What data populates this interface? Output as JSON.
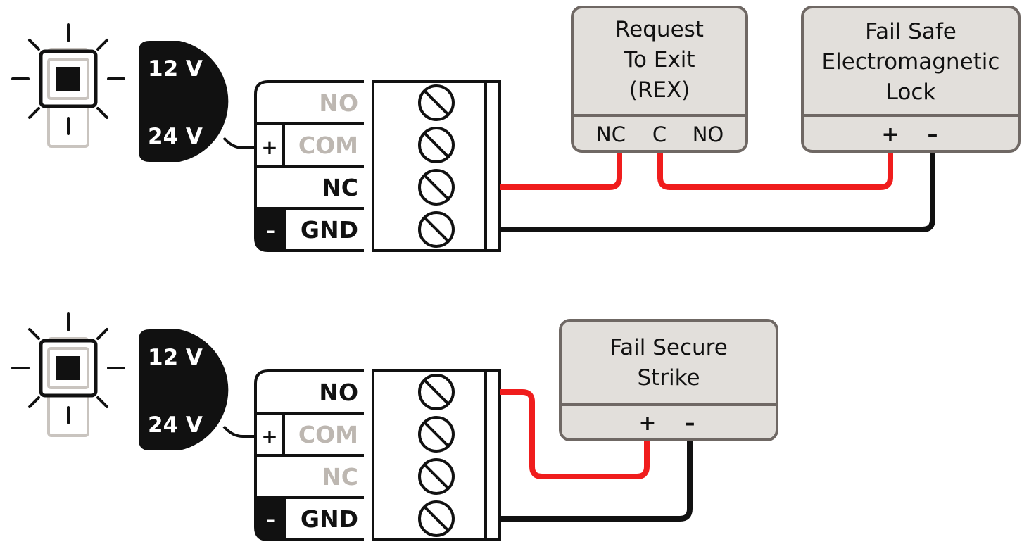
{
  "colors": {
    "wire_positive": "#f01d1d",
    "wire_negative": "#111111",
    "device_fill": "#e2dfdb",
    "device_stroke": "#6f6864",
    "label_active": "#111111",
    "label_inactive": "#bdb7b1",
    "indicator_lit": "#111111",
    "indicator_unlit": "#c9c4bf"
  },
  "diagrams": [
    {
      "selector": {
        "voltage_top": "12 V",
        "voltage_bottom": "24 V"
      },
      "terminals": {
        "no": "NO",
        "com": "COM",
        "nc": "NC",
        "gnd": "GND",
        "com_polarity": "+",
        "gnd_polarity": "–"
      },
      "devices": [
        {
          "title_lines": [
            "Request",
            "To Exit",
            "(REX)"
          ],
          "terminals": [
            "NC",
            "C",
            "NO"
          ]
        },
        {
          "title_lines": [
            "Fail Safe",
            "Electromagnetic",
            "Lock"
          ],
          "terminals": [
            "+",
            "–"
          ]
        }
      ]
    },
    {
      "selector": {
        "voltage_top": "12 V",
        "voltage_bottom": "24 V"
      },
      "terminals": {
        "no": "NO",
        "com": "COM",
        "nc": "NC",
        "gnd": "GND",
        "com_polarity": "+",
        "gnd_polarity": "–"
      },
      "devices": [
        {
          "title_lines": [
            "Fail Secure",
            "Strike"
          ],
          "terminals": [
            "+",
            "–"
          ]
        }
      ]
    }
  ]
}
